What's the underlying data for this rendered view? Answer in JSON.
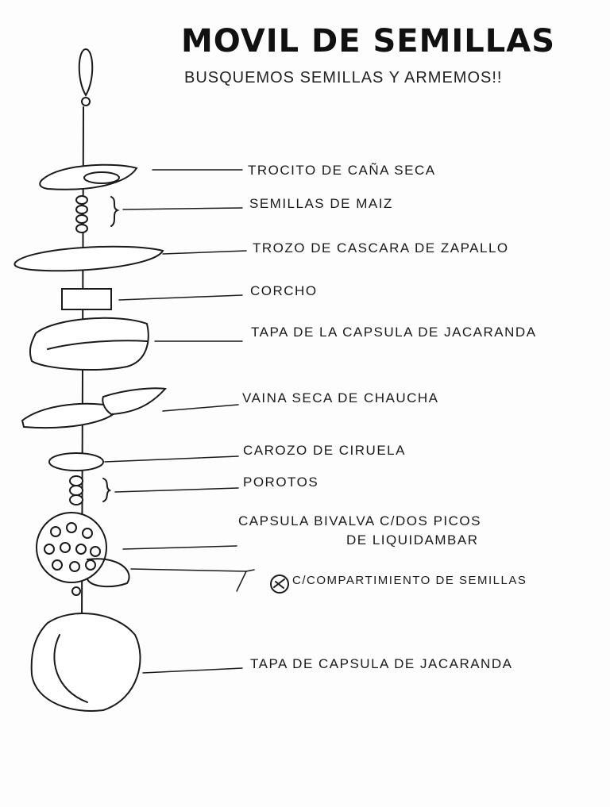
{
  "title": "MOVIL DE SEMILLAS",
  "subtitle": "BUSQUEMOS SEMILLAS Y ARMEMOS!!",
  "labels": {
    "cana": "TROCITO DE CAÑA SECA",
    "maiz": "SEMILLAS DE MAIZ",
    "zapallo": "TROZO DE CASCARA DE ZAPALLO",
    "corcho": "CORCHO",
    "tapa1": "TAPA DE LA CAPSULA DE JACARANDA",
    "vaina": "VAINA SECA DE CHAUCHA",
    "carozo": "CAROZO DE CIRUELA",
    "porotos": "POROTOS",
    "capsula1": "CAPSULA BIVALVA C/DOS PICOS",
    "capsula2": "DE LIQUIDAMBAR",
    "compartimiento": "C/COMPARTIMIENTO DE SEMILLAS",
    "tapa2": "TAPA DE CAPSULA DE JACARANDA"
  }
}
